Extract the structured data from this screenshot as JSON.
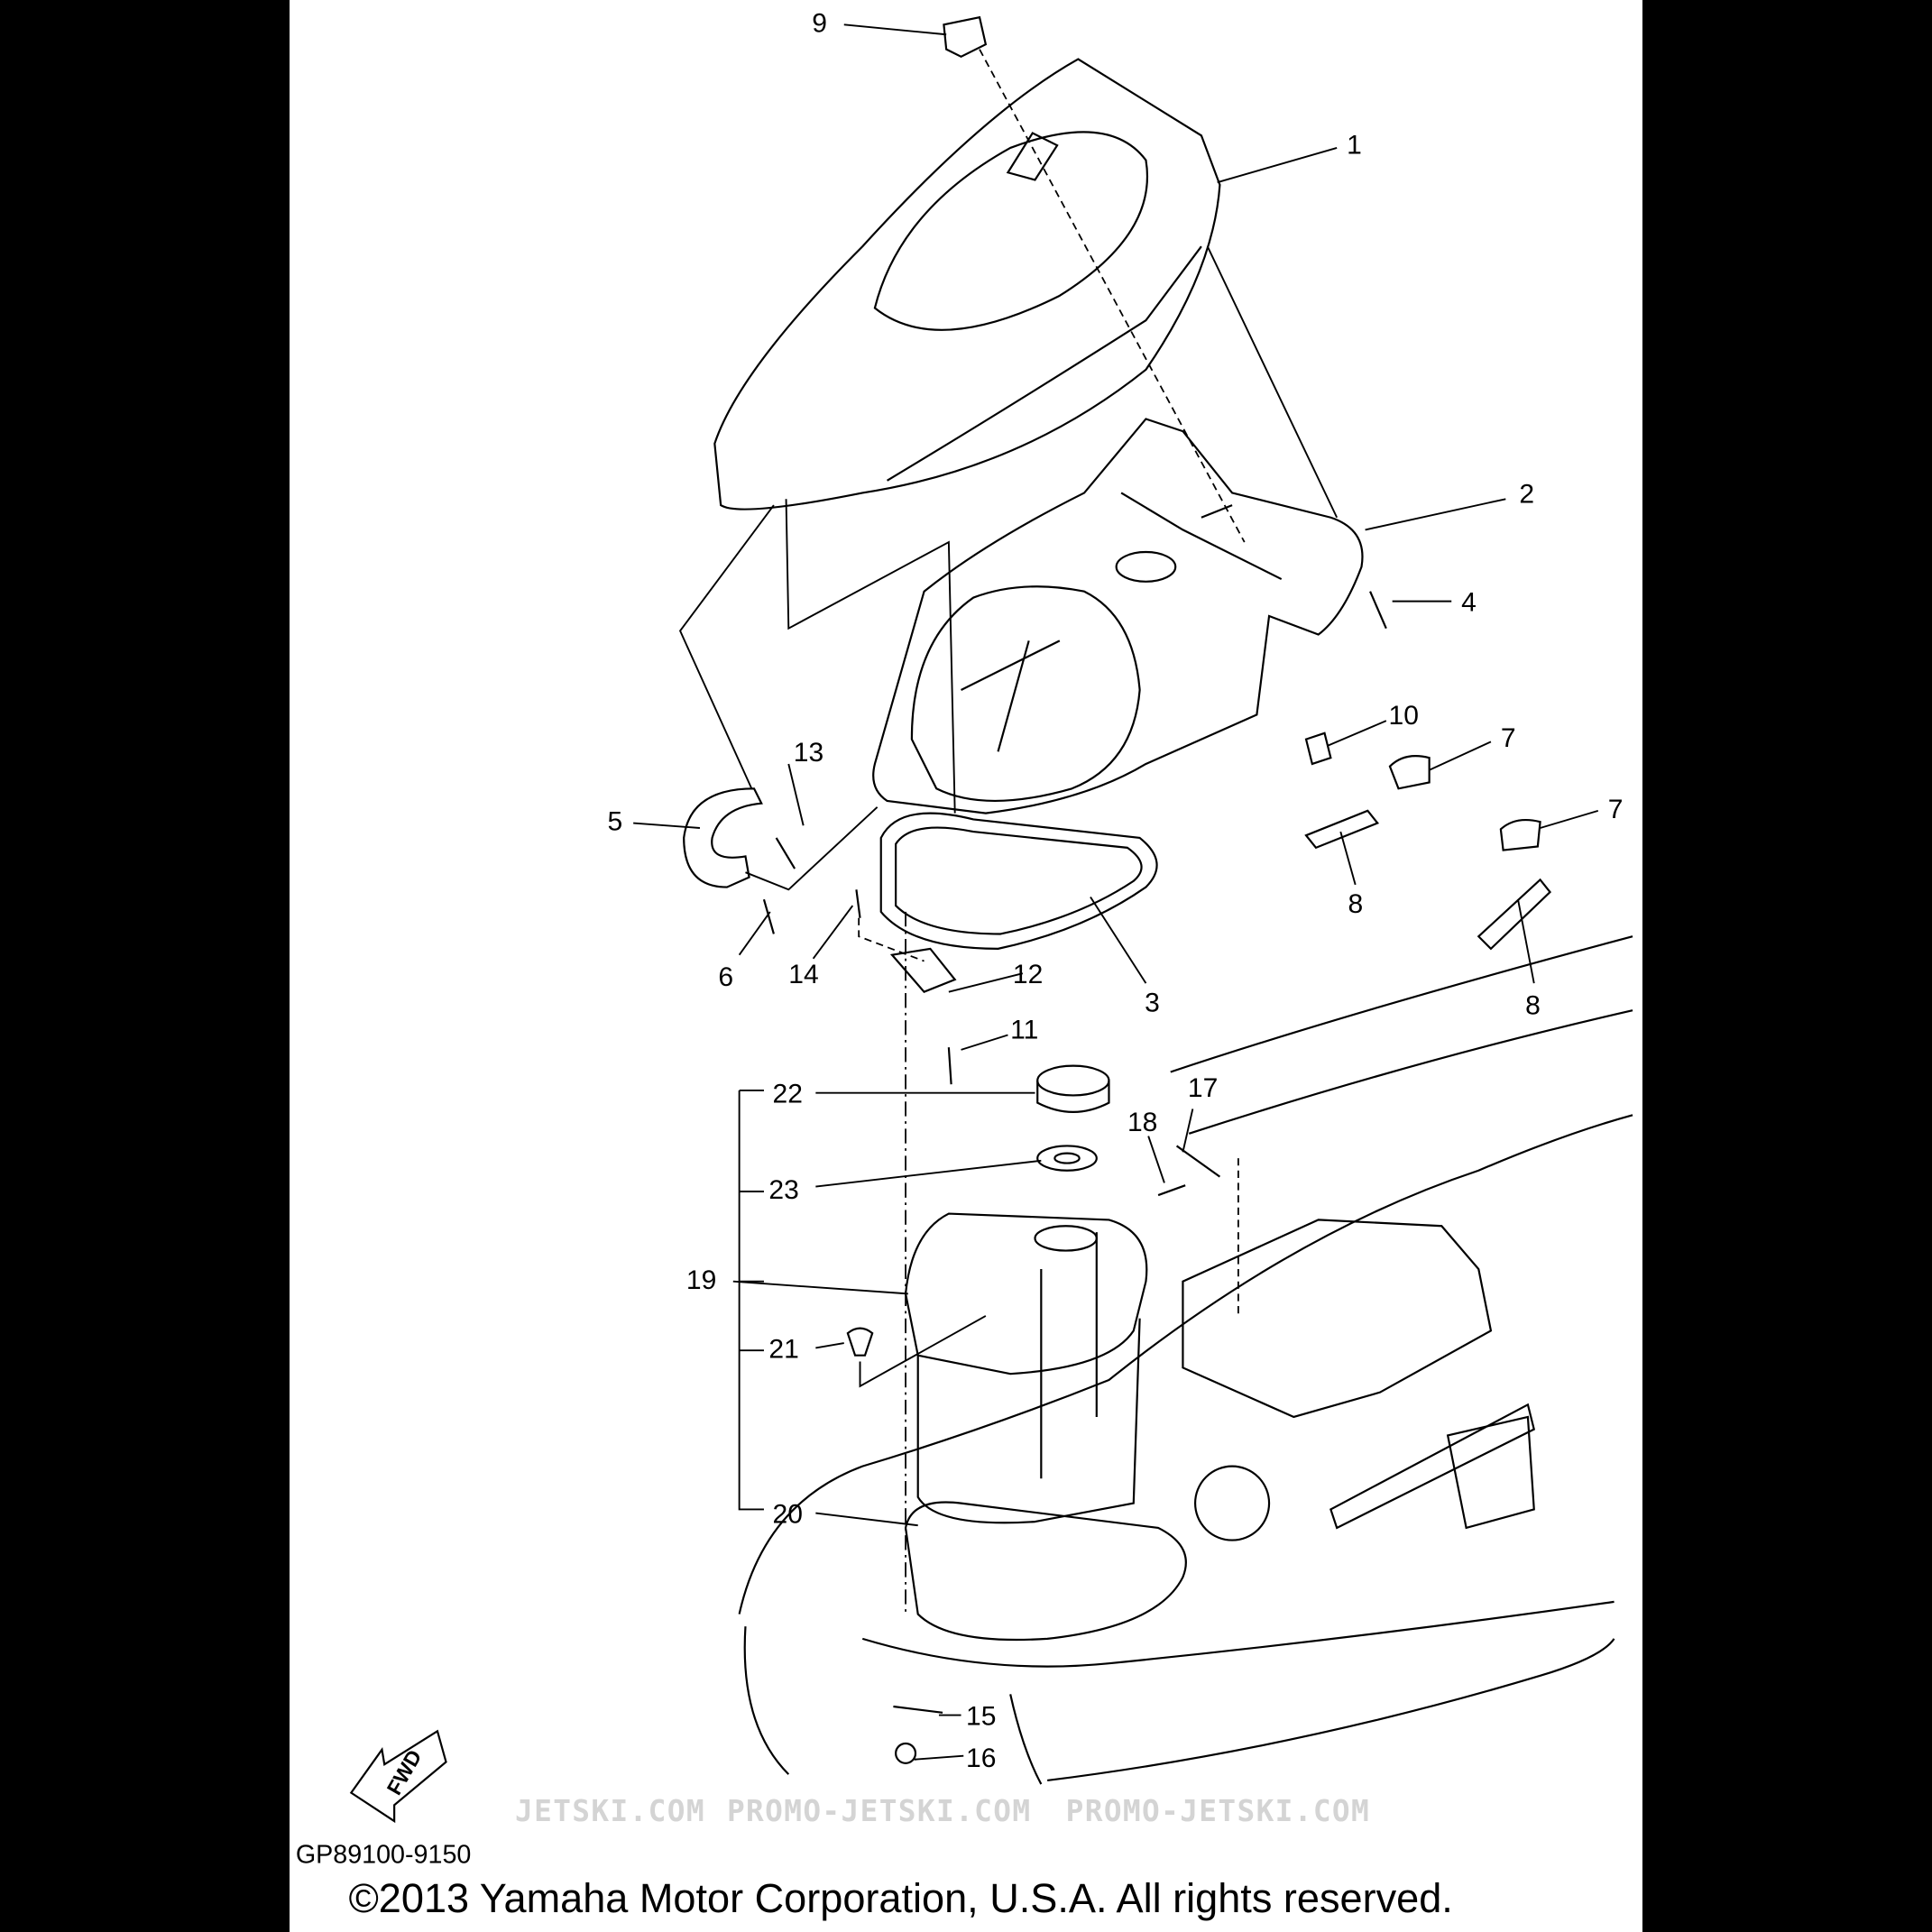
{
  "diagram": {
    "code": "GP89100-9150",
    "copyright": "©2013 Yamaha Motor Corporation, U.S.A. All rights reserved.",
    "fwd_label": "FWD",
    "watermark": [
      "JETSKI.COM",
      "PROMO-JETSKI.COM",
      "PROMO-JETSKI.COM"
    ],
    "callouts": [
      "9",
      "1",
      "2",
      "4",
      "10",
      "7",
      "7",
      "8",
      "8",
      "13",
      "5",
      "6",
      "14",
      "12",
      "3",
      "11",
      "22",
      "17",
      "18",
      "23",
      "19",
      "21",
      "20",
      "15",
      "16"
    ]
  }
}
